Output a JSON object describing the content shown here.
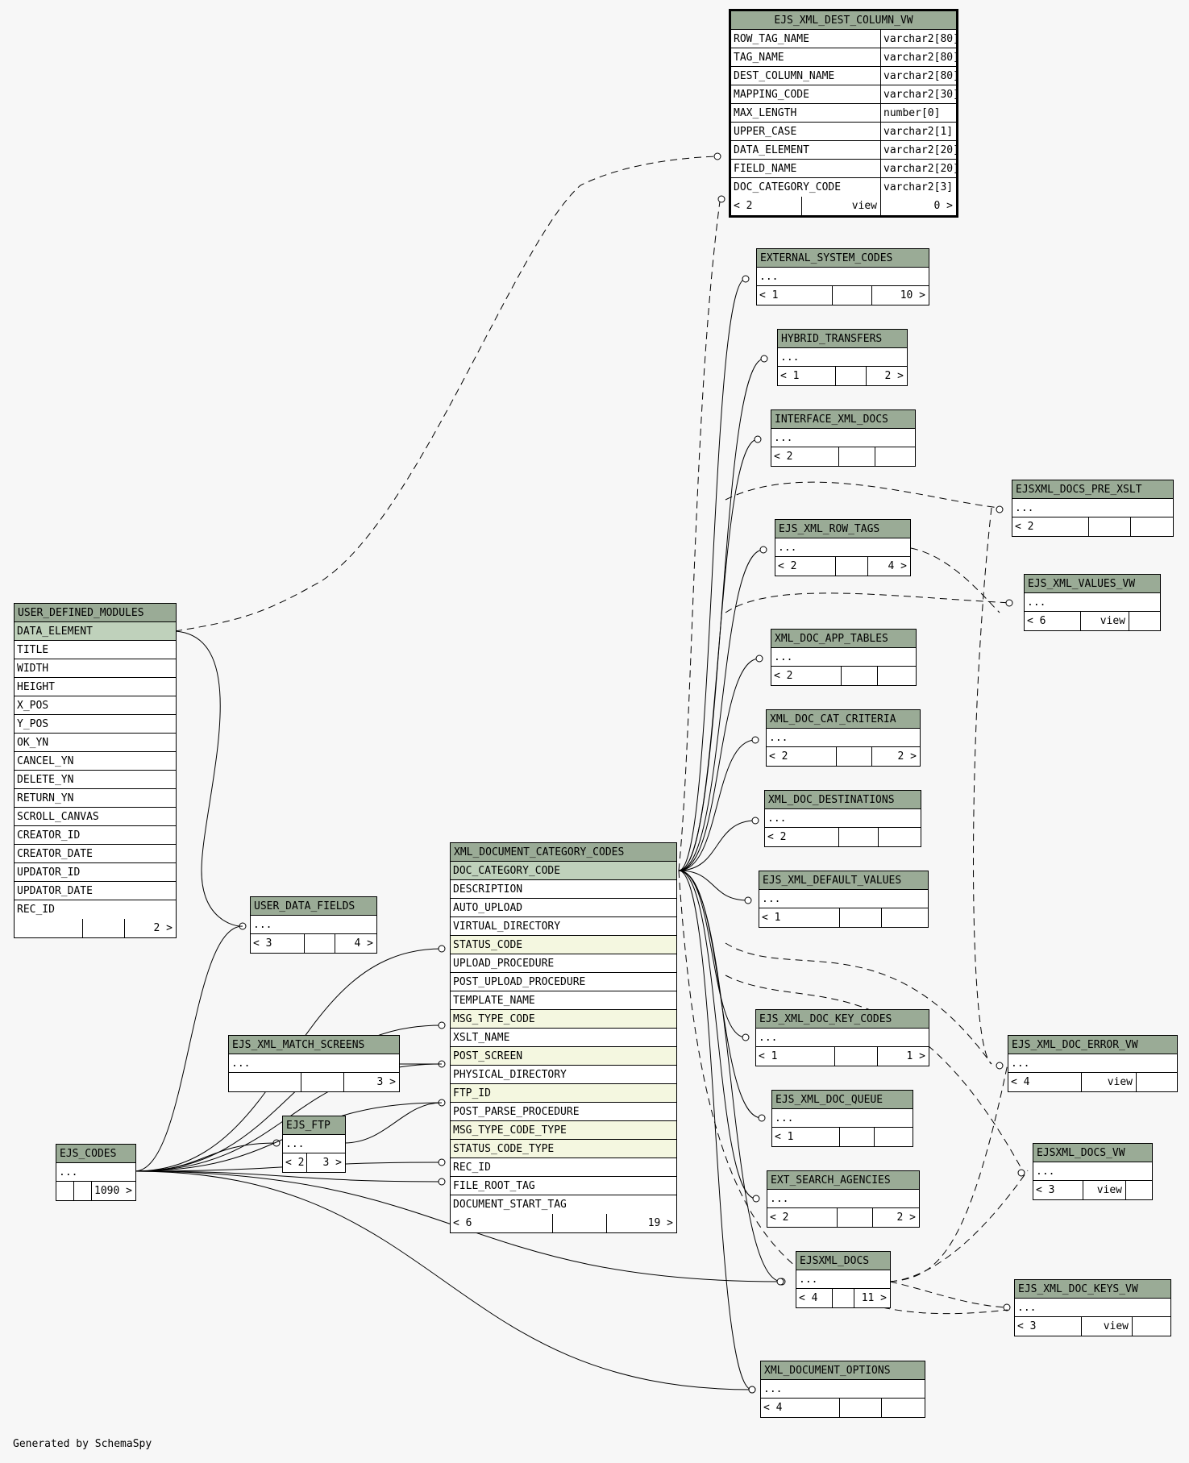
{
  "footer": {
    "generated_by": "Generated by SchemaSpy"
  },
  "tables": {
    "dest_column_vw": {
      "name": "EJS_XML_DEST_COLUMN_VW",
      "columns": [
        [
          "ROW_TAG_NAME",
          "varchar2[80]"
        ],
        [
          "TAG_NAME",
          "varchar2[80]"
        ],
        [
          "DEST_COLUMN_NAME",
          "varchar2[80]"
        ],
        [
          "MAPPING_CODE",
          "varchar2[30]"
        ],
        [
          "MAX_LENGTH",
          "number[0]"
        ],
        [
          "UPPER_CASE",
          "varchar2[1]"
        ],
        [
          "DATA_ELEMENT",
          "varchar2[20]"
        ],
        [
          "FIELD_NAME",
          "varchar2[20]"
        ],
        [
          "DOC_CATEGORY_CODE",
          "varchar2[3]"
        ]
      ],
      "footer": [
        "< 2",
        "view",
        "0 >"
      ]
    },
    "external_system_codes": {
      "name": "EXTERNAL_SYSTEM_CODES",
      "row": "...",
      "footer": [
        "< 1",
        "",
        "10 >"
      ]
    },
    "hybrid_transfers": {
      "name": "HYBRID_TRANSFERS",
      "row": "...",
      "footer": [
        "< 1",
        "",
        "2 >"
      ]
    },
    "interface_xml_docs": {
      "name": "INTERFACE_XML_DOCS",
      "row": "...",
      "footer": [
        "< 2",
        "",
        ""
      ]
    },
    "ejsxml_docs_pre_xslt": {
      "name": "EJSXML_DOCS_PRE_XSLT",
      "row": "...",
      "footer": [
        "< 2",
        "",
        ""
      ]
    },
    "ejs_xml_row_tags": {
      "name": "EJS_XML_ROW_TAGS",
      "row": "...",
      "footer": [
        "< 2",
        "",
        "4 >"
      ]
    },
    "ejs_xml_values_vw": {
      "name": "EJS_XML_VALUES_VW",
      "row": "...",
      "footer": [
        "< 6",
        "view",
        ""
      ]
    },
    "xml_doc_app_tables": {
      "name": "XML_DOC_APP_TABLES",
      "row": "...",
      "footer": [
        "< 2",
        "",
        ""
      ]
    },
    "xml_doc_cat_criteria": {
      "name": "XML_DOC_CAT_CRITERIA",
      "row": "...",
      "footer": [
        "< 2",
        "",
        "2 >"
      ]
    },
    "xml_doc_destinations": {
      "name": "XML_DOC_DESTINATIONS",
      "row": "...",
      "footer": [
        "< 2",
        "",
        ""
      ]
    },
    "ejs_xml_default_values": {
      "name": "EJS_XML_DEFAULT_VALUES",
      "row": "...",
      "footer": [
        "< 1",
        "",
        ""
      ]
    },
    "ejs_xml_doc_key_codes": {
      "name": "EJS_XML_DOC_KEY_CODES",
      "row": "...",
      "footer": [
        "< 1",
        "",
        "1 >"
      ]
    },
    "ejs_xml_doc_error_vw": {
      "name": "EJS_XML_DOC_ERROR_VW",
      "row": "...",
      "footer": [
        "< 4",
        "view",
        ""
      ]
    },
    "ejs_xml_doc_queue": {
      "name": "EJS_XML_DOC_QUEUE",
      "row": "...",
      "footer": [
        "< 1",
        "",
        ""
      ]
    },
    "ejsxml_docs_vw": {
      "name": "EJSXML_DOCS_VW",
      "row": "...",
      "footer": [
        "< 3",
        "view",
        ""
      ]
    },
    "ext_search_agencies": {
      "name": "EXT_SEARCH_AGENCIES",
      "row": "...",
      "footer": [
        "< 2",
        "",
        "2 >"
      ]
    },
    "ejsxml_docs": {
      "name": "EJSXML_DOCS",
      "row": "...",
      "footer": [
        "< 4",
        "",
        "11 >"
      ]
    },
    "ejs_xml_doc_keys_vw": {
      "name": "EJS_XML_DOC_KEYS_VW",
      "row": "...",
      "footer": [
        "< 3",
        "view",
        ""
      ]
    },
    "xml_document_options": {
      "name": "XML_DOCUMENT_OPTIONS",
      "row": "...",
      "footer": [
        "< 4",
        "",
        ""
      ]
    },
    "user_defined_modules": {
      "name": "USER_DEFINED_MODULES",
      "columns": [
        "DATA_ELEMENT",
        "TITLE",
        "WIDTH",
        "HEIGHT",
        "X_POS",
        "Y_POS",
        "OK_YN",
        "CANCEL_YN",
        "DELETE_YN",
        "RETURN_YN",
        "SCROLL_CANVAS",
        "CREATOR_ID",
        "CREATOR_DATE",
        "UPDATOR_ID",
        "UPDATOR_DATE",
        "REC_ID"
      ],
      "footer": [
        "",
        "",
        "2 >"
      ]
    },
    "user_data_fields": {
      "name": "USER_DATA_FIELDS",
      "row": "...",
      "footer": [
        "< 3",
        "",
        "4 >"
      ]
    },
    "ejs_xml_match_screens": {
      "name": "EJS_XML_MATCH_SCREENS",
      "row": "...",
      "footer": [
        "",
        "",
        "3 >"
      ]
    },
    "ejs_ftp": {
      "name": "EJS_FTP",
      "row": "...",
      "footer": [
        "< 2",
        "3 >"
      ]
    },
    "ejs_codes": {
      "name": "EJS_CODES",
      "row": "...",
      "footer": [
        "",
        "",
        "1090 >"
      ]
    },
    "xml_document_category_codes": {
      "name": "XML_DOCUMENT_CATEGORY_CODES",
      "columns": [
        "DOC_CATEGORY_CODE",
        "DESCRIPTION",
        "AUTO_UPLOAD",
        "VIRTUAL_DIRECTORY",
        "STATUS_CODE",
        "UPLOAD_PROCEDURE",
        "POST_UPLOAD_PROCEDURE",
        "TEMPLATE_NAME",
        "MSG_TYPE_CODE",
        "XSLT_NAME",
        "POST_SCREEN",
        "PHYSICAL_DIRECTORY",
        "FTP_ID",
        "POST_PARSE_PROCEDURE",
        "MSG_TYPE_CODE_TYPE",
        "STATUS_CODE_TYPE",
        "REC_ID",
        "FILE_ROOT_TAG",
        "DOCUMENT_START_TAG"
      ],
      "footer": [
        "< 6",
        "",
        "19 >"
      ]
    }
  }
}
